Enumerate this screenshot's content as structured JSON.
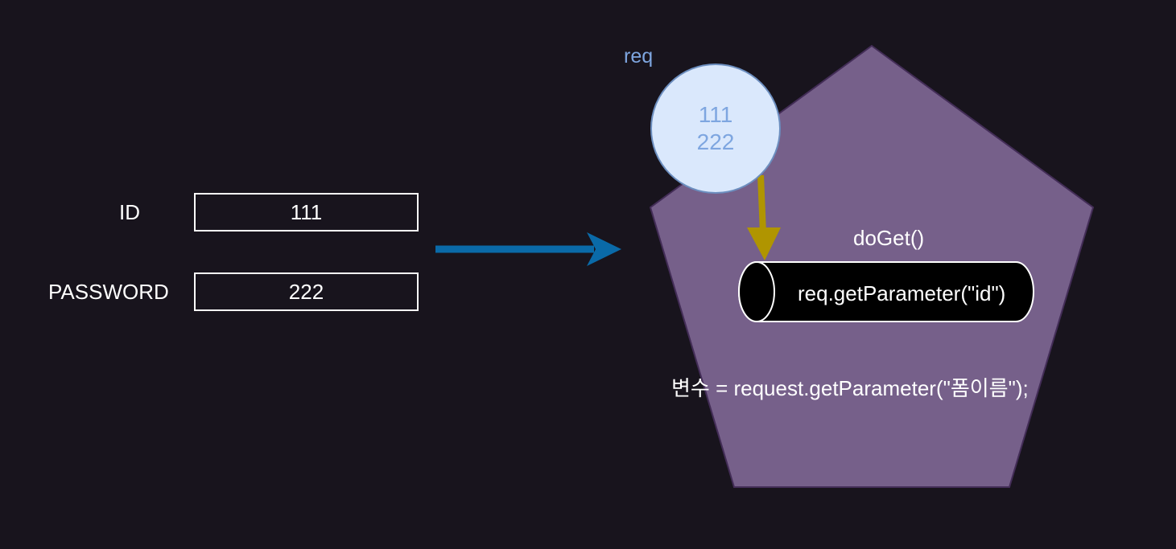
{
  "form": {
    "id_label": "ID",
    "id_value": "111",
    "password_label": "PASSWORD",
    "password_value": "222"
  },
  "request": {
    "label": "req",
    "line1": "111",
    "line2": "222"
  },
  "servlet": {
    "method_label": "doGet()",
    "call": "req.getParameter(\"id\")",
    "syntax": "변수 = request.getParameter(\"폼이름\");"
  },
  "colors": {
    "background": "#18141d",
    "pentagon_fill": "#76608a",
    "pentagon_stroke": "#432d57",
    "circle_fill": "#dae8fc",
    "circle_stroke": "#6c8ebf",
    "circle_text": "#7ea6e0",
    "blue_arrow": "#0a6aa8",
    "gold_arrow": "#b09500"
  }
}
